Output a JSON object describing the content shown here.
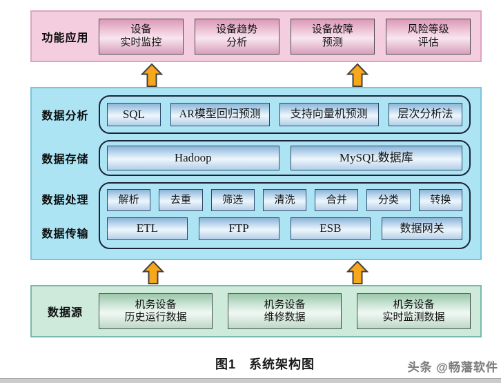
{
  "colors": {
    "app_band_bg": "#f4cede",
    "app_band_border": "#dfa3c0",
    "data_band_bg": "#ace4f4",
    "data_band_border": "#7cc2dd",
    "source_band_bg": "#cdeadb",
    "source_band_border": "#79b9ac",
    "arrow_fill": "#f6a71b",
    "arrow_stroke": "#414141"
  },
  "app_layer": {
    "label": "功能应用",
    "boxes": [
      "设备\n实时监控",
      "设备趋势\n分析",
      "设备故障\n预测",
      "风险等级\n评估"
    ]
  },
  "analysis_row": {
    "label": "数据分析",
    "boxes": [
      "SQL",
      "AR模型回归预测",
      "支持向量机预测",
      "层次分析法"
    ]
  },
  "storage_row": {
    "label": "数据存储",
    "boxes": [
      "Hadoop",
      "MySQL数据库"
    ]
  },
  "processing_row": {
    "label": "数据处理",
    "boxes": [
      "解析",
      "去重",
      "筛选",
      "清洗",
      "合并",
      "分类",
      "转换"
    ]
  },
  "transmission_row": {
    "label": "数据传输",
    "boxes": [
      "ETL",
      "FTP",
      "ESB",
      "数据网关"
    ]
  },
  "source_layer": {
    "label": "数据源",
    "boxes": [
      "机务设备\n历史运行数据",
      "机务设备\n维修数据",
      "机务设备\n实时监测数据"
    ]
  },
  "caption": "图1　系统架构图",
  "watermark": "头条 @畅藩软件"
}
